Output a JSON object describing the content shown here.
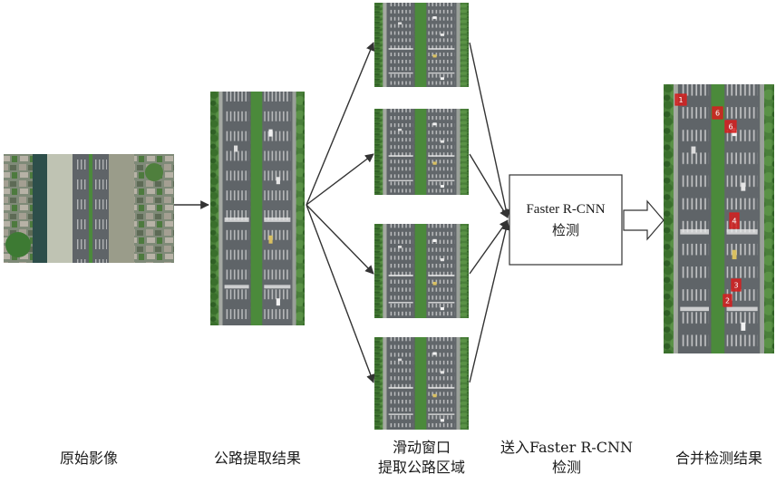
{
  "captions": {
    "original": "原始影像",
    "road_extract": "公路提取结果",
    "sliding_line1": "滑动窗口",
    "sliding_line2": "提取公路区域",
    "send_line1": "送入Faster R-CNN",
    "send_line2": "检测",
    "merge": "合并检测结果"
  },
  "detector_box": {
    "line1": "Faster R-CNN",
    "line2": "检测"
  },
  "detections": [
    {
      "label": "1"
    },
    {
      "label": "6"
    },
    {
      "label": "6"
    },
    {
      "label": "4"
    },
    {
      "label": "3"
    },
    {
      "label": "2"
    }
  ],
  "colors": {
    "road": "#5f6468",
    "tree": "#3f7a35",
    "lane_mark": "#e8e8e8",
    "arrow": "#333333",
    "detection_box": "#d42020"
  }
}
